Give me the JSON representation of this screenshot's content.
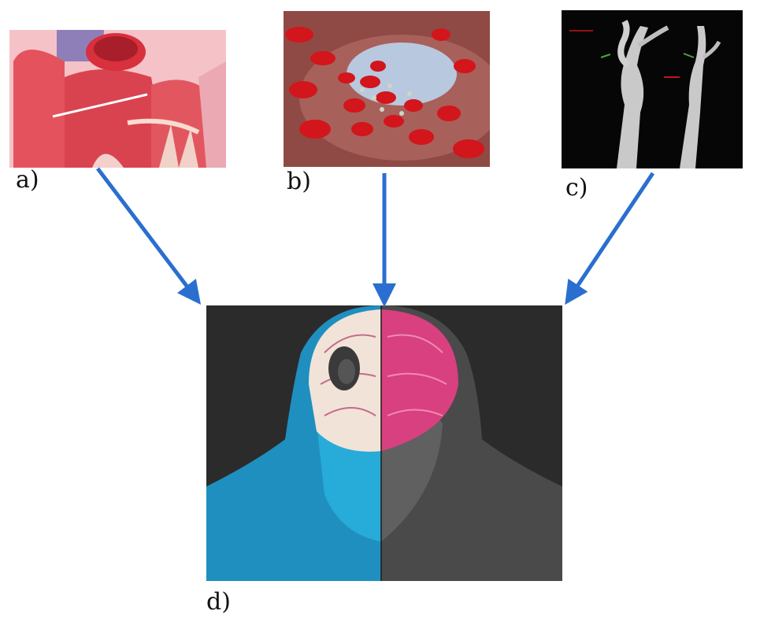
{
  "figure": {
    "panels": [
      {
        "label": "a)",
        "subject": "heart-cutaway"
      },
      {
        "label": "b)",
        "subject": "blood-clot"
      },
      {
        "label": "c)",
        "subject": "carotid-angiogram"
      },
      {
        "label": "d)",
        "subject": "brain-stroke"
      }
    ],
    "colors": {
      "arrow": "#2a6fcf",
      "heart": "#e0454f",
      "blood": "#d0181f",
      "angiogram_bg": "#060606",
      "head_blue": "#2bb7e3",
      "brain_pink": "#d8407f",
      "d_bg": "#2b2b2b"
    }
  }
}
